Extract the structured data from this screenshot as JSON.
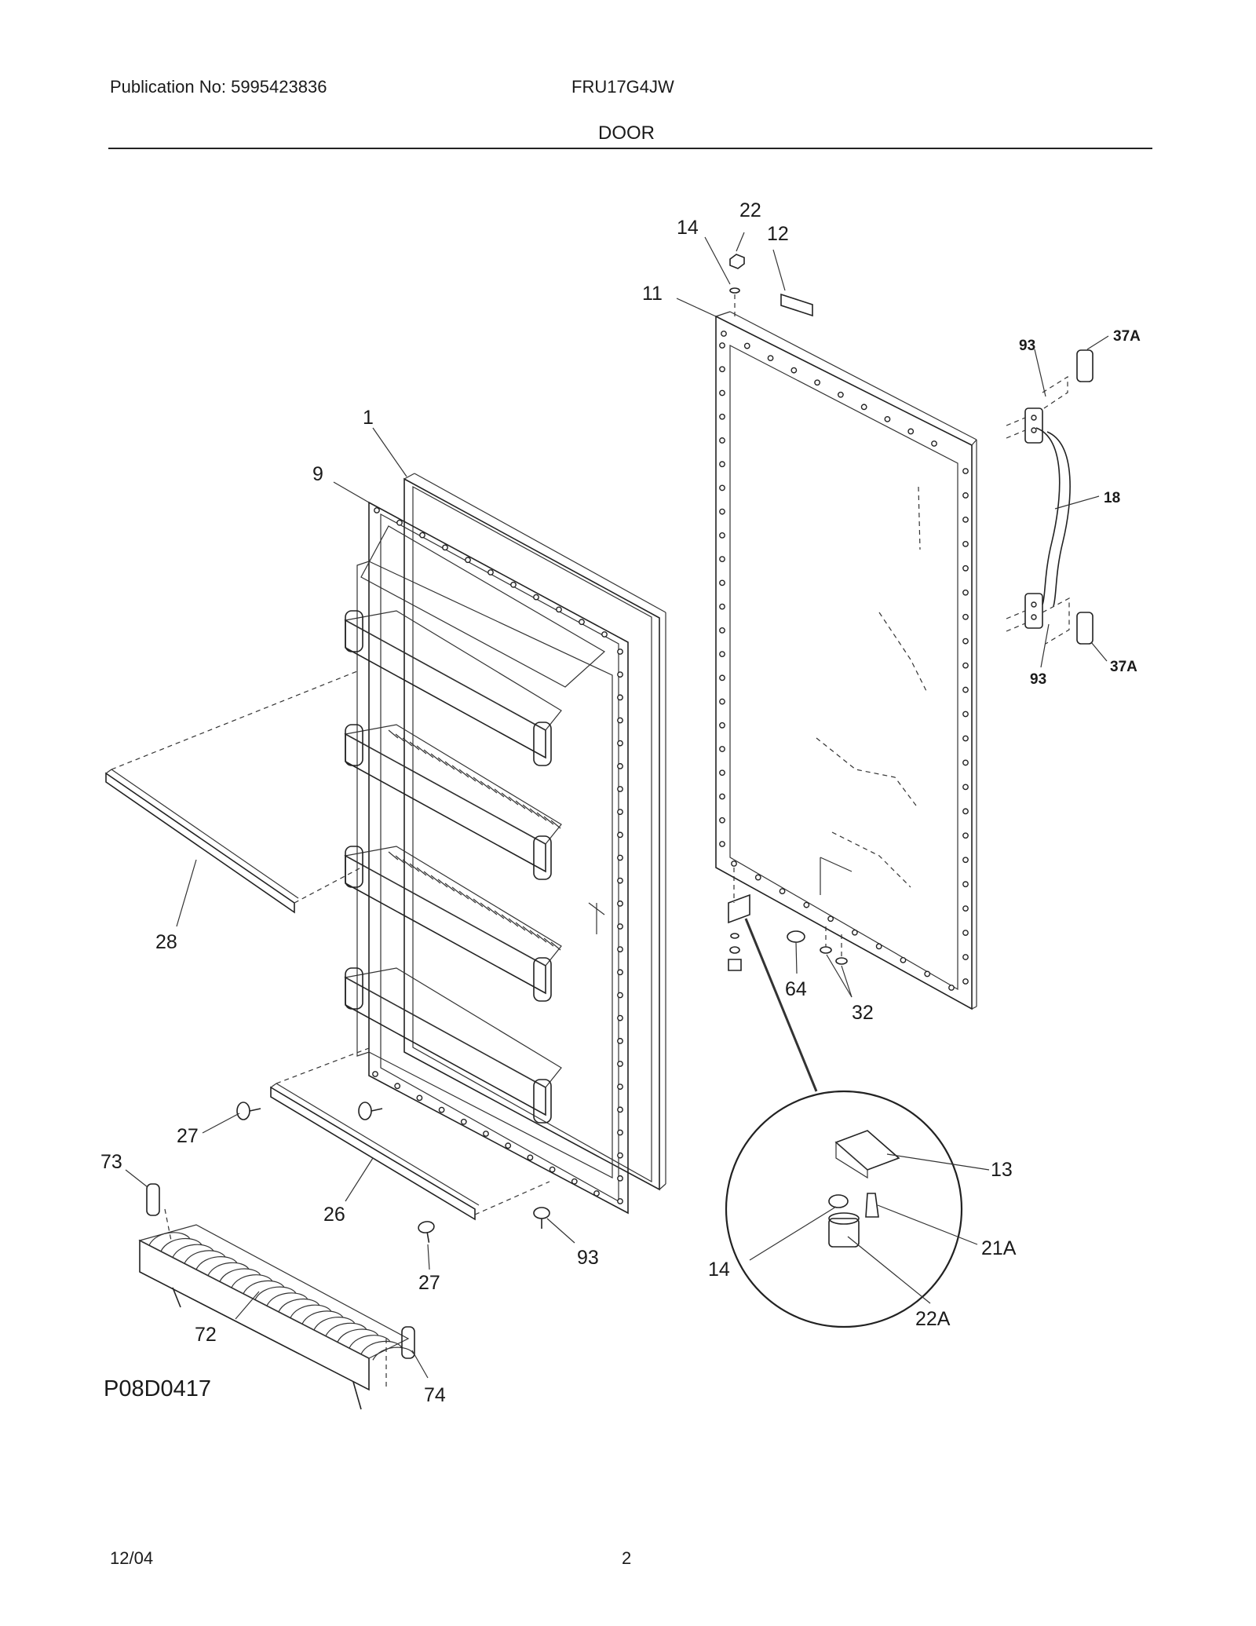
{
  "header": {
    "publication": "Publication No: 5995423836",
    "model": "FRU17G4JW",
    "section": "DOOR"
  },
  "diagram_code": "P08D0417",
  "footer": {
    "date": "12/04",
    "page": "2"
  },
  "callouts": {
    "c1": "1",
    "c9": "9",
    "c11": "11",
    "c12": "12",
    "c14": "14",
    "c22": "22",
    "c93a": "93",
    "c37a": "37A",
    "c18": "18",
    "c93b": "93",
    "c37b": "37A",
    "c28": "28",
    "c64": "64",
    "c32": "32",
    "c13": "13",
    "c21a": "21A",
    "c14b": "14",
    "c22a": "22A",
    "c27a": "27",
    "c73": "73",
    "c26": "26",
    "c27b": "27",
    "c93c": "93",
    "c72": "72",
    "c74": "74"
  }
}
